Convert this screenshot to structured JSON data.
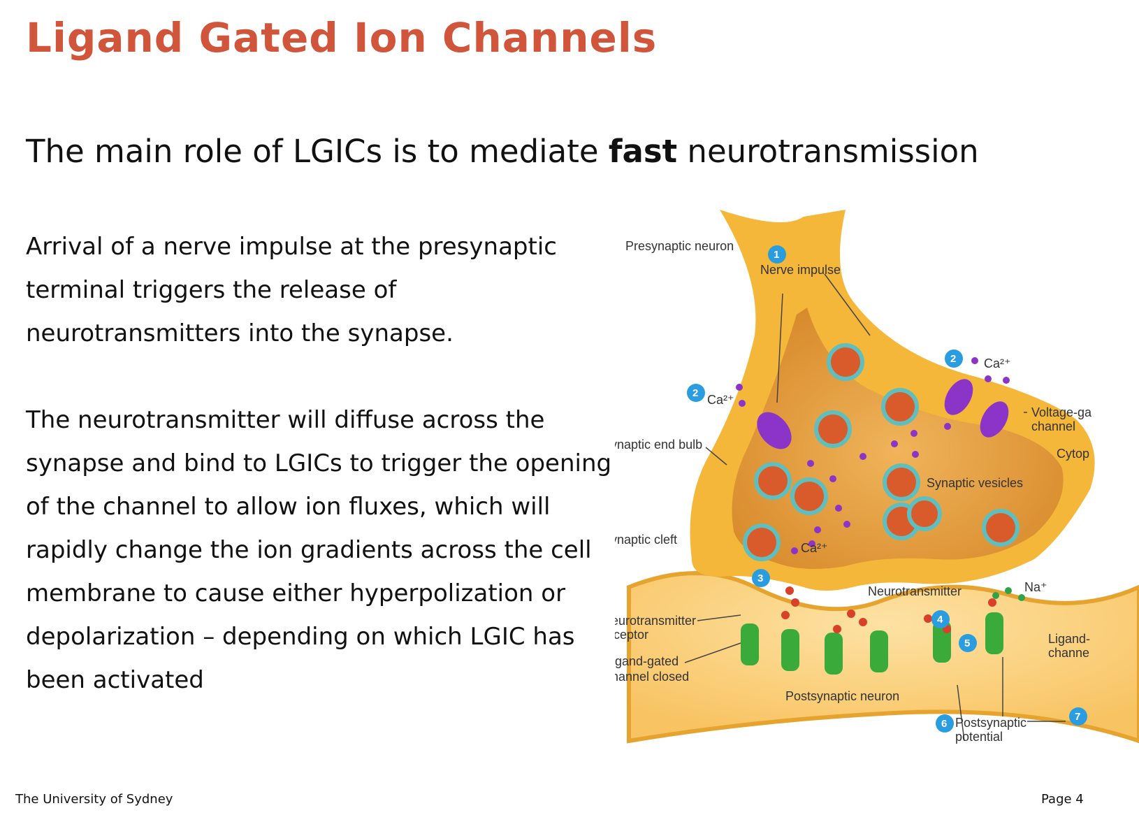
{
  "slide": {
    "title": "Ligand Gated Ion Channels",
    "subtitle_pre": "The main role of LGICs is to mediate ",
    "subtitle_bold": "fast",
    "subtitle_post": " neurotransmission",
    "paragraph1": "Arrival of a nerve impulse at the presynaptic terminal triggers the release of neurotransmitters into the synapse.",
    "paragraph2": "The neurotransmitter will diffuse across the synapse and bind to LGICs to trigger the opening of the channel to allow ion fluxes, which will rapidly change the ion gradients across the cell membrane to cause either hyperpolization or depolarization – depending on which LGIC has been activated"
  },
  "footer": {
    "institution": "The University of Sydney",
    "page": "Page 4"
  },
  "diagram": {
    "labels": {
      "presynaptic_neuron": "Presynaptic neuron",
      "nerve_impulse": "Nerve impulse",
      "synaptic_end_bulb": "Synaptic end bulb",
      "voltage_gated_1": "Voltage-ga",
      "voltage_gated_2": "channel",
      "cytoplasm": "Cytop",
      "synaptic_vesicles": "Synaptic vesicles",
      "synaptic_cleft": "Synaptic cleft",
      "neurotransmitter": "Neurotransmitter",
      "nt_receptor_1": "Neurotransmitter",
      "nt_receptor_2": "receptor",
      "lg_closed_1": "Ligand-gated",
      "lg_closed_2": "channel closed",
      "lg_open_1": "Ligand-",
      "lg_open_2": "channe",
      "postsynaptic_neuron": "Postsynaptic neuron",
      "postsynaptic_potential_1": "Postsynaptic",
      "postsynaptic_potential_2": "potential",
      "ca_1": "Ca²⁺",
      "ca_2": "Ca²⁺",
      "ca_3": "Ca²⁺",
      "na": "Na⁺"
    },
    "steps": [
      "1",
      "2",
      "2",
      "3",
      "4",
      "5",
      "6",
      "7"
    ],
    "colors": {
      "membrane": "#f5b73a",
      "cytoplasm": "#e7a446",
      "vesicle": "#d95b2c",
      "vesicle_ring": "#5fbfbf",
      "calcium": "#8a35c8",
      "receptor": "#3aaa3a",
      "step_marker": "#2a9de0"
    }
  }
}
